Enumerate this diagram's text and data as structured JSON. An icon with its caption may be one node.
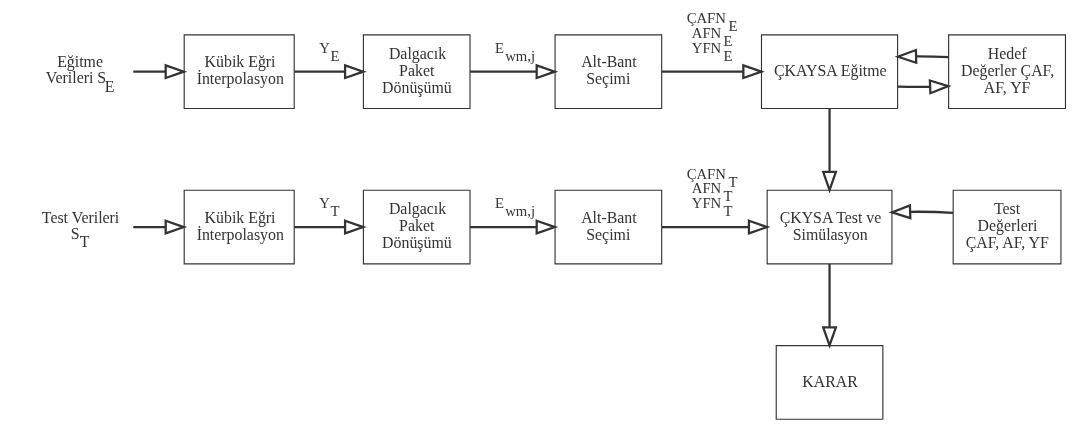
{
  "diagram": {
    "nodes": [
      {
        "text": [
          "Eğitme Verileri S$_{E}$"
        ]
      },
      {
        "text": [
          "Kübik Eğri İnterpolasyon"
        ]
      },
      {
        "text": [
          "Dalgacık Paket Dönüşümü"
        ]
      },
      {
        "text": [
          "Alt-Bant Seçimi"
        ]
      },
      {
        "text": [
          "ÇKAYSA Eğitme"
        ]
      },
      {
        "text": [
          "Hedef Değerler ÇAF, AF, YF"
        ]
      },
      {
        "text": [
          "Test Verileri S$_{T}$"
        ]
      },
      {
        "text": [
          "Kübik Eğri İnterpolasyon"
        ]
      },
      {
        "text": [
          "Dalgacık Paket Dönüşümü"
        ]
      },
      {
        "text": [
          "Alt-Bant Seçimi"
        ]
      },
      {
        "text": [
          "ÇKYSA Test ve Simülasyon"
        ]
      },
      {
        "text": [
          "Test Değerleri ÇAF, AF, YF"
        ]
      },
      {
        "text": [
          "KARAR"
        ]
      }
    ],
    "edges": [
      {
        "from": 0,
        "to": 1,
        "arrow": "to"
      },
      {
        "from": 1,
        "to": 2,
        "arrow": "to",
        "label": "Y$_{E}$"
      },
      {
        "from": 2,
        "to": 3,
        "arrow": "to",
        "label": "E$_{wm,j}$"
      },
      {
        "from": 3,
        "to": 4,
        "arrow": "to",
        "label": "ÇAFN$_{E}$ AFN$_{E}$ YFN$_{E}$"
      },
      {
        "from": 5,
        "to": 4,
        "arrow": "to"
      },
      {
        "from": 4,
        "to": 5,
        "arrow": "to"
      },
      {
        "from": 4,
        "to": 10,
        "arrow": "to"
      },
      {
        "from": 6,
        "to": 7,
        "arrow": "to"
      },
      {
        "from": 7,
        "to": 8,
        "arrow": "to",
        "label": "Y$_{T}$"
      },
      {
        "from": 8,
        "to": 9,
        "arrow": "to",
        "label": "E$_{wm,j}$"
      },
      {
        "from": 9,
        "to": 10,
        "arrow": "to",
        "label": "ÇAFN$_{T}$ AFN$_{T}$ YFN$_{T}$"
      },
      {
        "from": 11,
        "to": 10,
        "arrow": "to"
      },
      {
        "from": 10,
        "to": 12,
        "arrow": "to"
      }
    ]
  }
}
